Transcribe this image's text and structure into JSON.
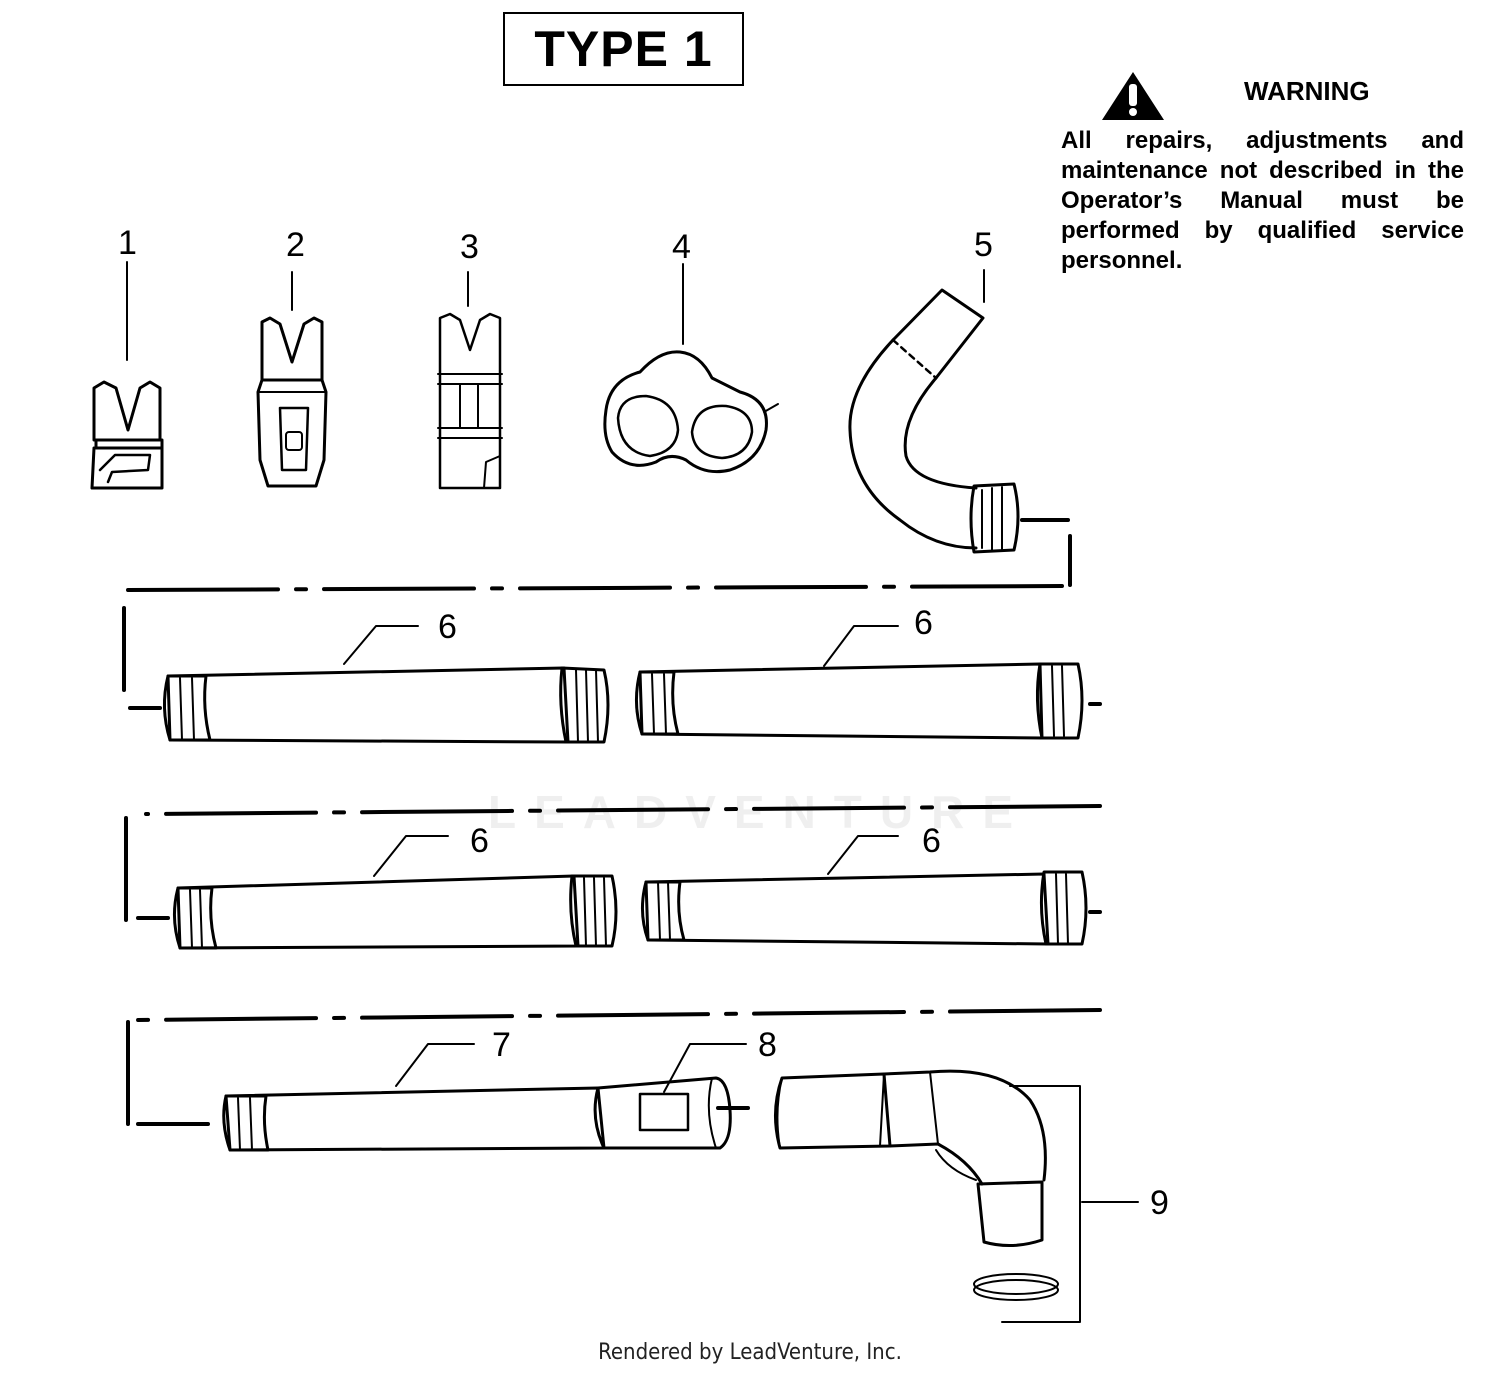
{
  "title": "TYPE 1",
  "warning": {
    "heading": "WARNING",
    "text": "All repairs, adjustments and maintenance not described in the Operator’s Manual must be performed by qualified service personnel.",
    "icon": "warning-triangle-icon"
  },
  "callouts": [
    "1",
    "2",
    "3",
    "4",
    "5",
    "6",
    "6",
    "6",
    "6",
    "7",
    "8",
    "9"
  ],
  "watermark": "LEADVENTURE",
  "footer": "Rendered by LeadVenture, Inc."
}
